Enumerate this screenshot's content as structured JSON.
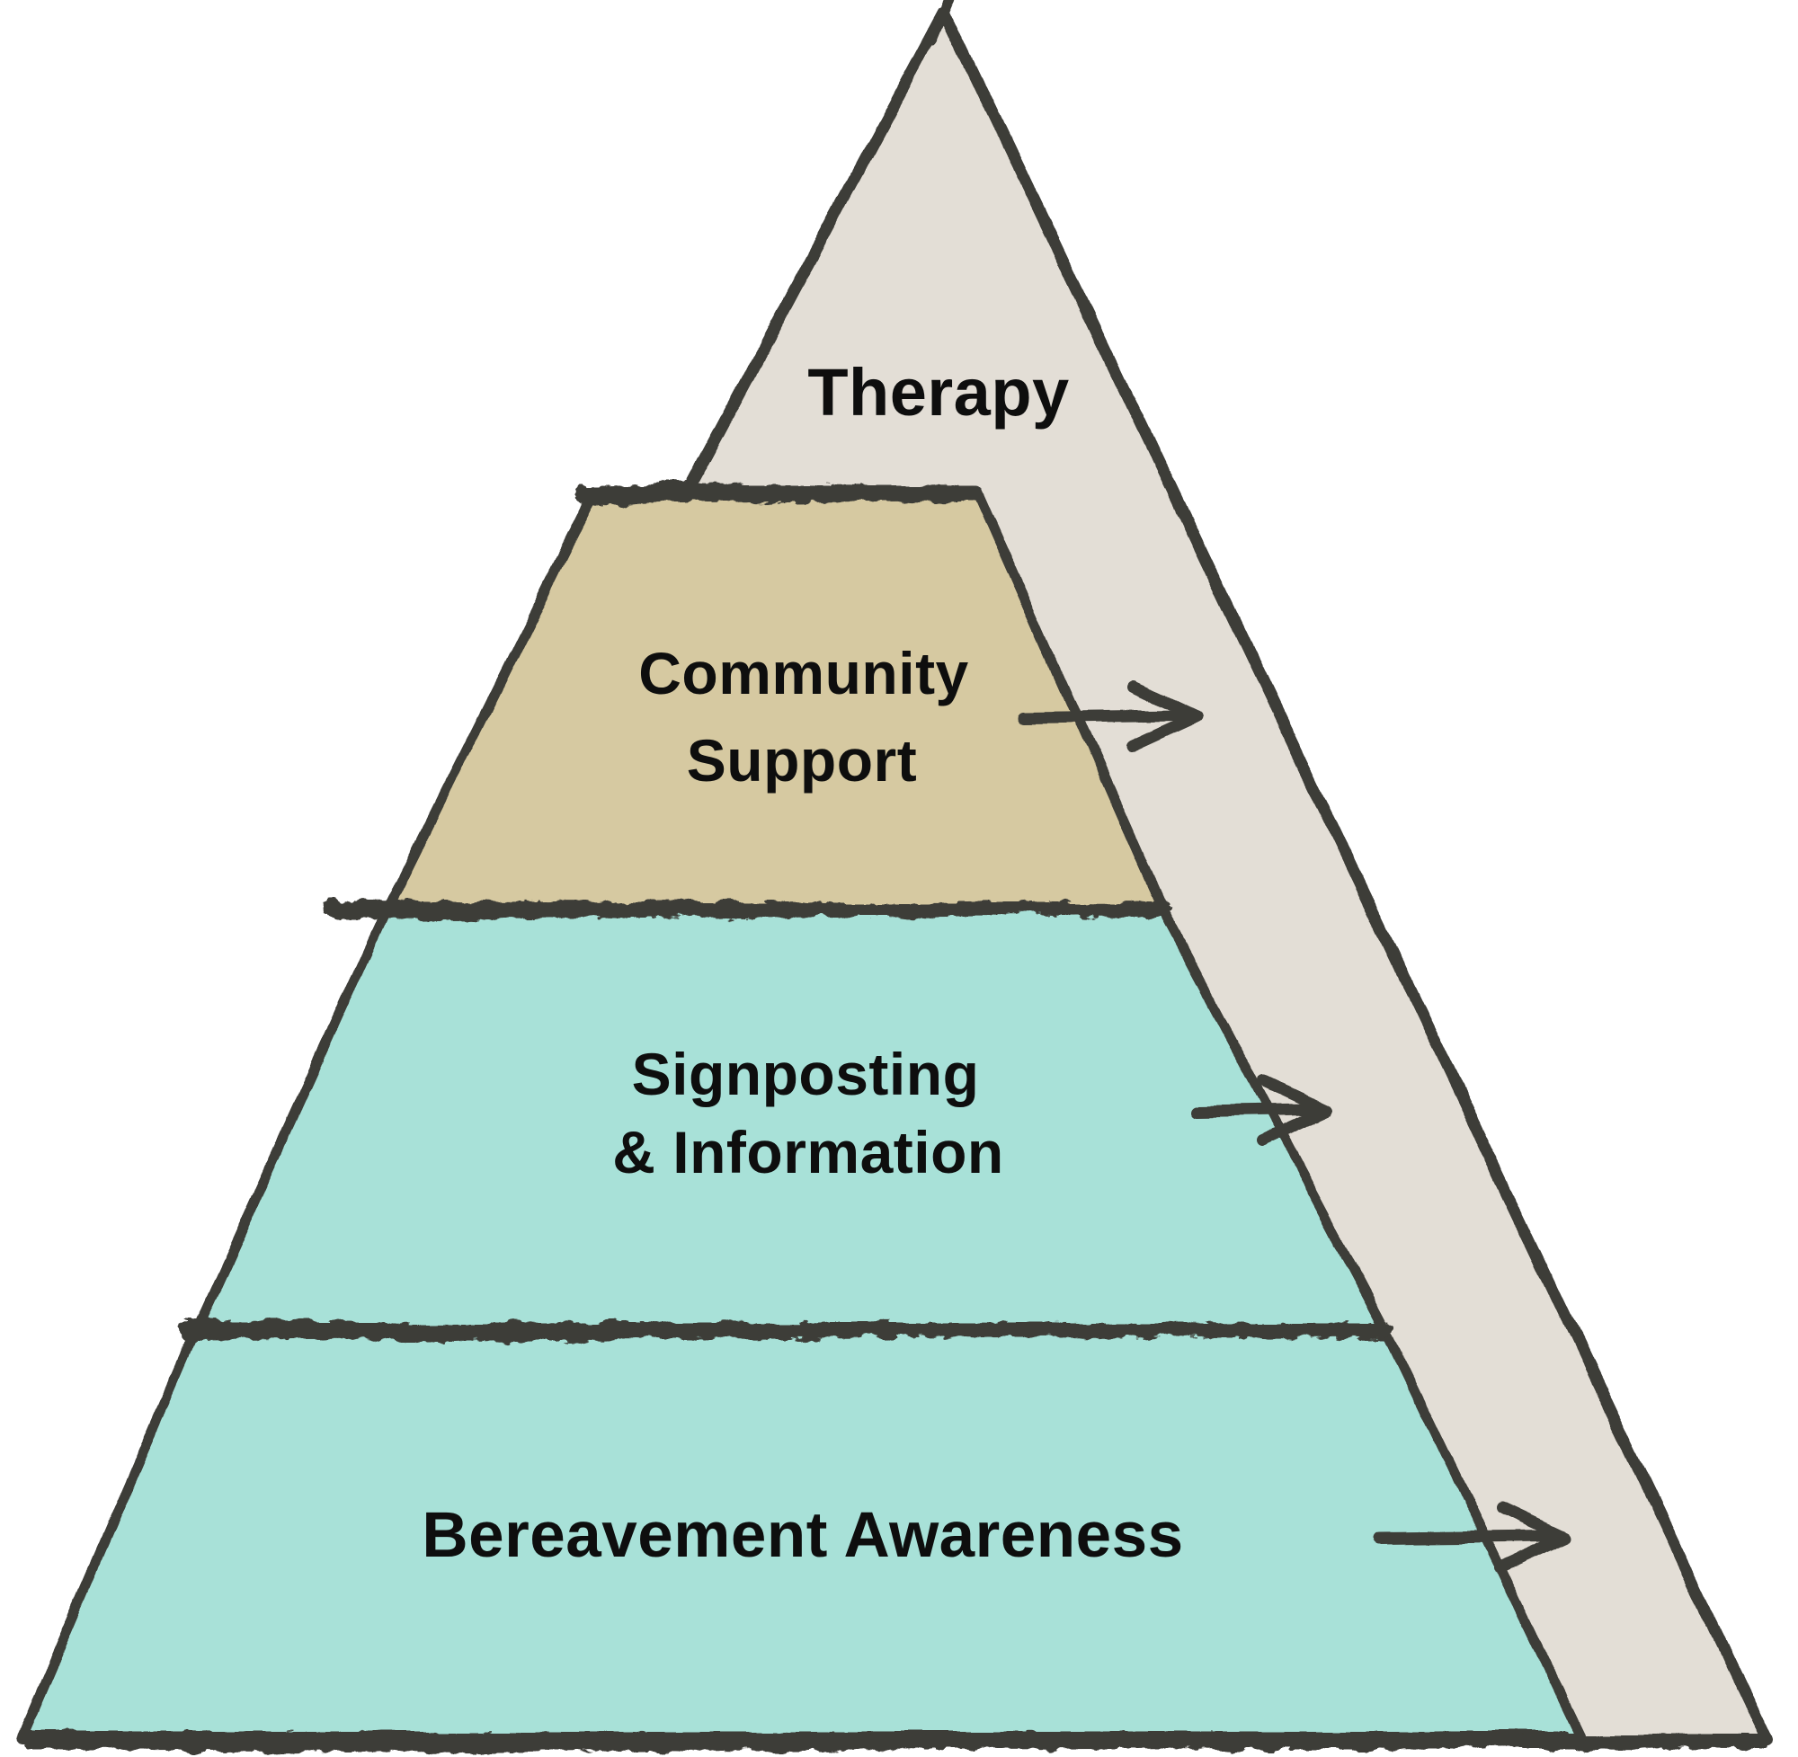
{
  "diagram": {
    "type": "pyramid",
    "levels": [
      {
        "label": "Therapy",
        "lines": [
          "Therapy"
        ],
        "fill": "#e3ded6"
      },
      {
        "label": "Community Support",
        "lines": [
          "Community",
          "Support"
        ],
        "fill": "#d6c9a1"
      },
      {
        "label": "Signposting & Information",
        "lines": [
          "Signposting",
          "& Information"
        ],
        "fill": "#a8e1d8"
      },
      {
        "label": "Bereavement Awareness",
        "lines": [
          "Bereavement Awareness"
        ],
        "fill": "#a8e1d8"
      }
    ],
    "arrows": [
      {
        "at_level": "Community Support",
        "direction": "right"
      },
      {
        "at_level": "Signposting & Information",
        "direction": "right"
      },
      {
        "at_level": "Bereavement Awareness",
        "direction": "right"
      }
    ],
    "colors": {
      "outline": "#3e3d38",
      "text": "#0e0e0e",
      "side_stripe": "#e3ded6",
      "background": "#ffffff"
    }
  }
}
